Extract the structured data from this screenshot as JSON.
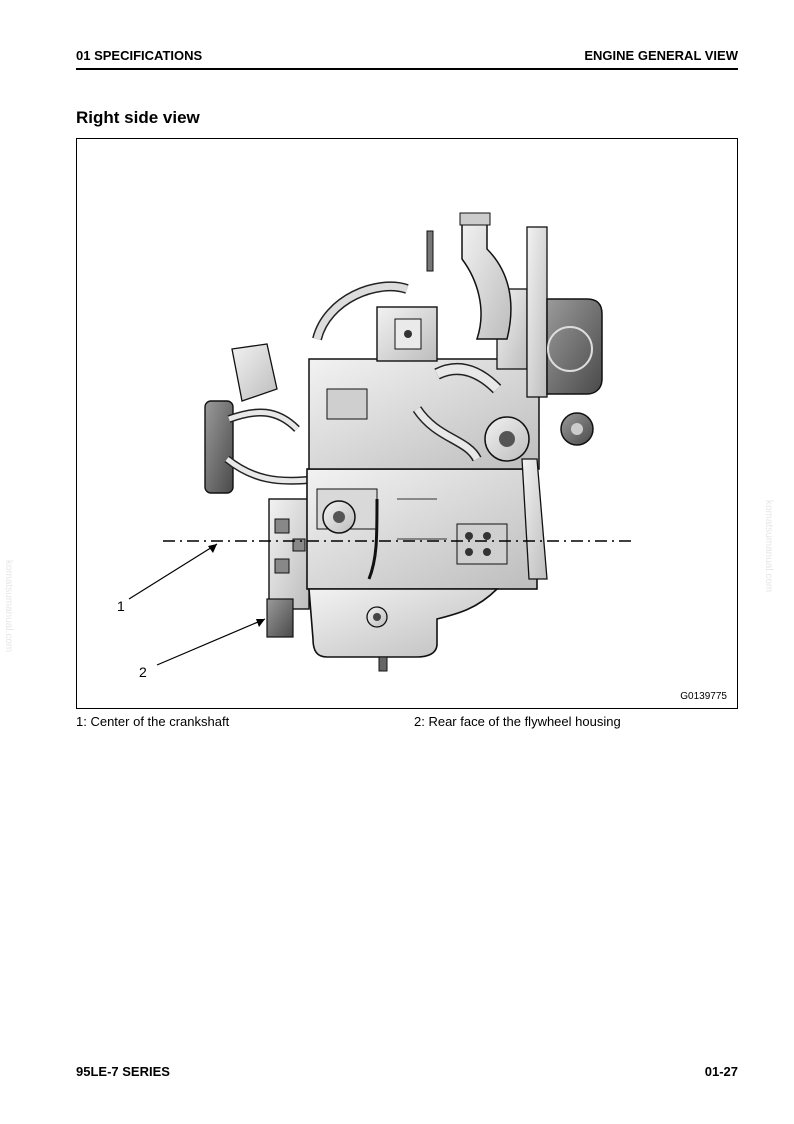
{
  "header": {
    "left": "01 SPECIFICATIONS",
    "right": "ENGINE GENERAL VIEW"
  },
  "section_title": "Right side view",
  "figure": {
    "image_id": "G0139775",
    "callouts": [
      {
        "num": "1",
        "label": "1: Center of the crankshaft"
      },
      {
        "num": "2",
        "label": "2: Rear face of the flywheel housing"
      }
    ]
  },
  "footer": {
    "left": "95LE-7 SERIES",
    "right": "01-27"
  },
  "watermark": "komatsumanual.com"
}
